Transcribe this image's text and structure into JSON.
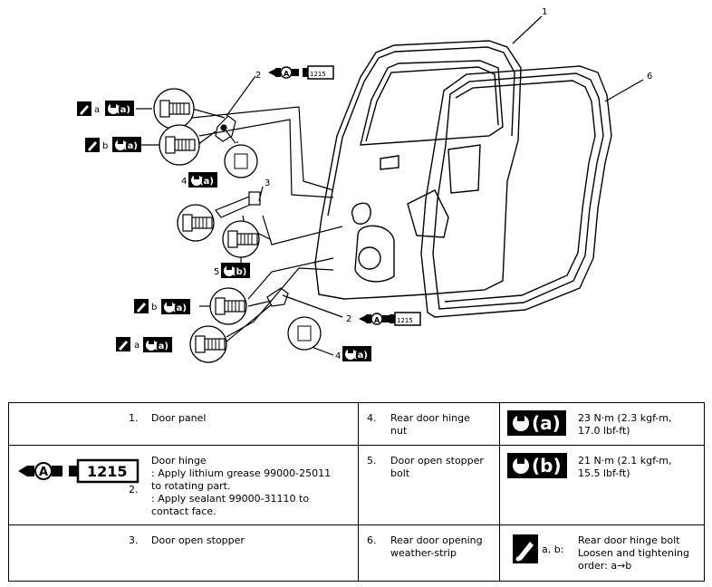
{
  "callouts": {
    "door_panel": "1",
    "door_hinge_upper": "2",
    "stopper": "3",
    "weather_strip": "6",
    "stopper_bolt": "5",
    "door_hinge_lower": "2",
    "nut_upper": "4",
    "nut_lower": "4"
  },
  "labels": {
    "a": "a",
    "b": "b",
    "torque_a": "(a)",
    "torque_b": "(b)",
    "grease_A": "A",
    "sealant_code": "1215"
  },
  "legend": {
    "rows": [
      {
        "left_num": "1.",
        "left_text": "Door panel",
        "mid_num": "4.",
        "mid_text": "Rear door hinge\nnut",
        "right_symbol": "(a)",
        "right_colon": ":",
        "right_text": "23 N·m (2.3 kgf-m,\n17.0 lbf-ft)"
      },
      {
        "left_num": "2.",
        "left_code": "1215",
        "left_grease": "A",
        "left_text": "Door hinge\n: Apply lithium grease 99000-25011\nto rotating part.\n: Apply sealant 99000-31110 to\ncontact face.",
        "mid_num": "5.",
        "mid_text": "Door open stopper\nbolt",
        "right_symbol": "(b)",
        "right_colon": ":",
        "right_text": "21 N·m (2.1 kgf-m,\n15.5 lbf-ft)"
      },
      {
        "left_num": "3.",
        "left_text": "Door open stopper",
        "mid_num": "6.",
        "mid_text": "Rear door opening\nweather-strip",
        "right_symbol_label": "a, b:",
        "right_text": "Rear door hinge bolt\nLoosen and tightening\norder: a→b"
      }
    ]
  }
}
